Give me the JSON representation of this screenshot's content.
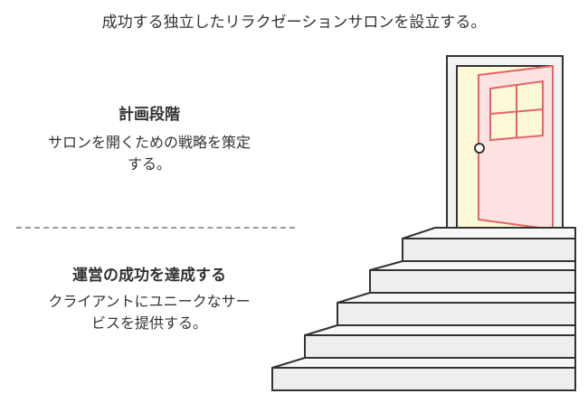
{
  "title": "成功する独立したリラクゼーションサロンを設立する。",
  "sections": [
    {
      "heading": "計画段階",
      "description_lines": [
        "サロンを開くための戦略を策定",
        "する。"
      ]
    },
    {
      "heading": "運営の成功を達成する",
      "description_lines": [
        "クライアントにユニークなサー",
        "ビスを提供する。"
      ]
    }
  ],
  "icons": {
    "illustration": "open-door-stairs-icon",
    "door": "door-icon",
    "stairs": "stairs-icon"
  },
  "colors": {
    "door_fill": "#fde2e2",
    "door_stroke": "#e06666",
    "doorway_fill": "#fdf8d8",
    "frame_fill": "#f2f2f2",
    "step_fill": "#eeeeee",
    "stroke": "#333333"
  }
}
